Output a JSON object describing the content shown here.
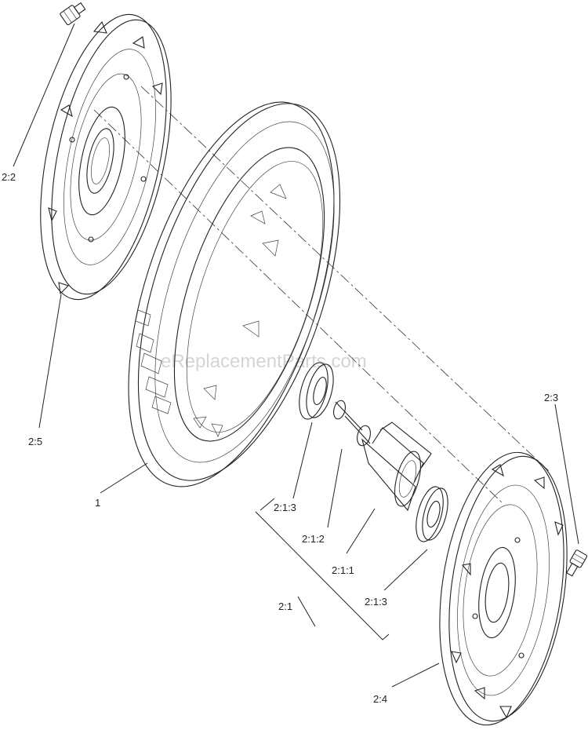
{
  "watermark": "eReplacementParts.com",
  "labels": {
    "hubcap_bolt_top": "2:2",
    "hubcap_back": "2:5",
    "tire_wheel": "1",
    "spacer_left": "2:1:3",
    "axle_sleeve": "2:1:2",
    "bearing_hub": "2:1:1",
    "spacer_right": "2:1:3",
    "wheel_assembly_kit": "2:1",
    "hubcap_bolt_right": "2:3",
    "hubcap_front": "2:4"
  }
}
